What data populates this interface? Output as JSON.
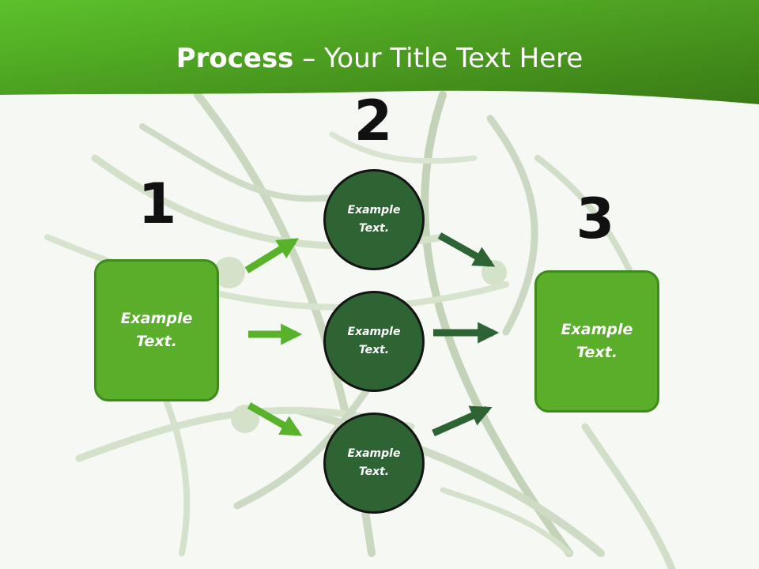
{
  "slide": {
    "title_bold": "Process",
    "title_rest": " – Your Title Text Here"
  },
  "steps": [
    {
      "number": "1",
      "label": "Example\nText."
    },
    {
      "number": "2",
      "label": "Example\nText."
    },
    {
      "number": "3",
      "label": "Example\nText."
    }
  ],
  "circles": [
    {
      "label": "Example\nText."
    },
    {
      "label": "Example\nText."
    },
    {
      "label": "Example\nText."
    }
  ],
  "colors": {
    "header_green": "#4ea41e",
    "box_green": "#5aae2a",
    "circle_dark_green": "#2e6334",
    "arrow_light": "#58b22a",
    "arrow_dark": "#2e6334"
  }
}
